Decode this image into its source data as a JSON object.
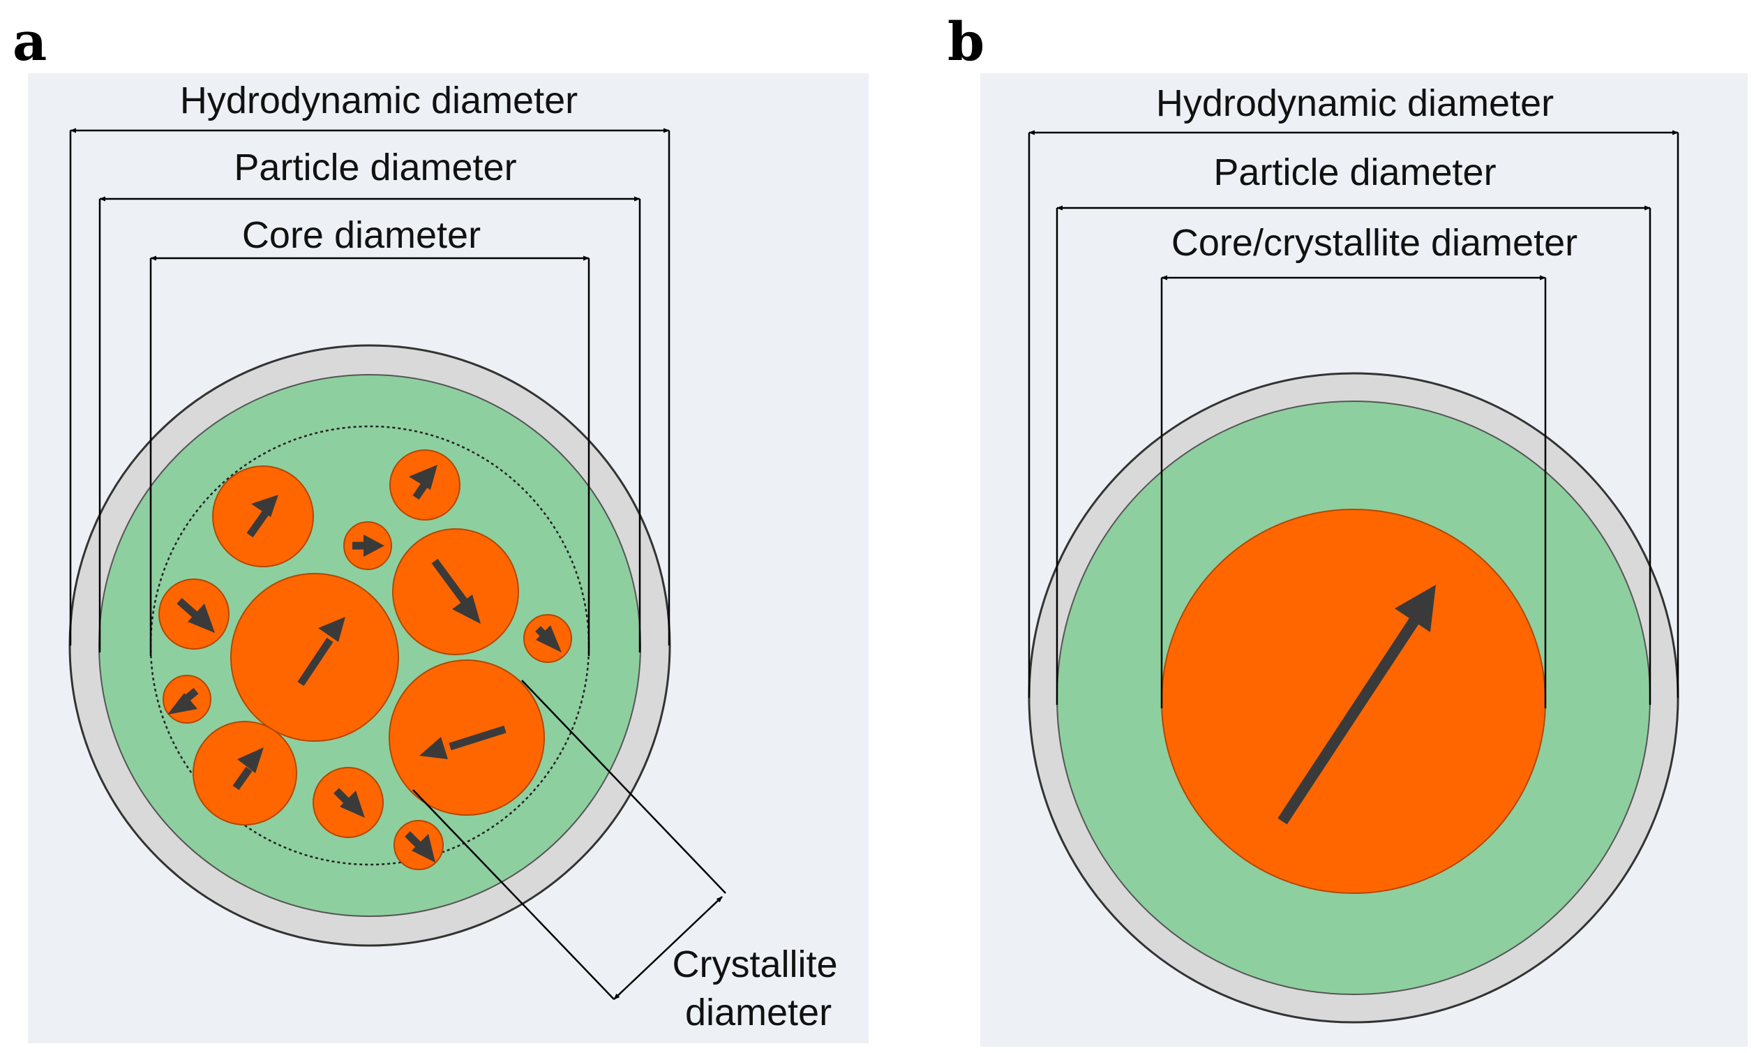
{
  "panel_a": {
    "letter": "a",
    "labels": {
      "hydrodynamic": "Hydrodynamic diameter",
      "particle": "Particle diameter",
      "core": "Core diameter",
      "crystallite_line1": "Crystallite",
      "crystallite_line2": "diameter"
    }
  },
  "panel_b": {
    "letter": "b",
    "labels": {
      "hydrodynamic": "Hydrodynamic diameter",
      "particle": "Particle diameter",
      "core": "Core/crystallite diameter"
    }
  },
  "colors": {
    "background": "#edf1f5",
    "shell_outer": "#d9d9d9",
    "coating": "#8ecfa0",
    "core": "#ff6600",
    "arrow": "#3a3a3a",
    "line": "#000000"
  }
}
